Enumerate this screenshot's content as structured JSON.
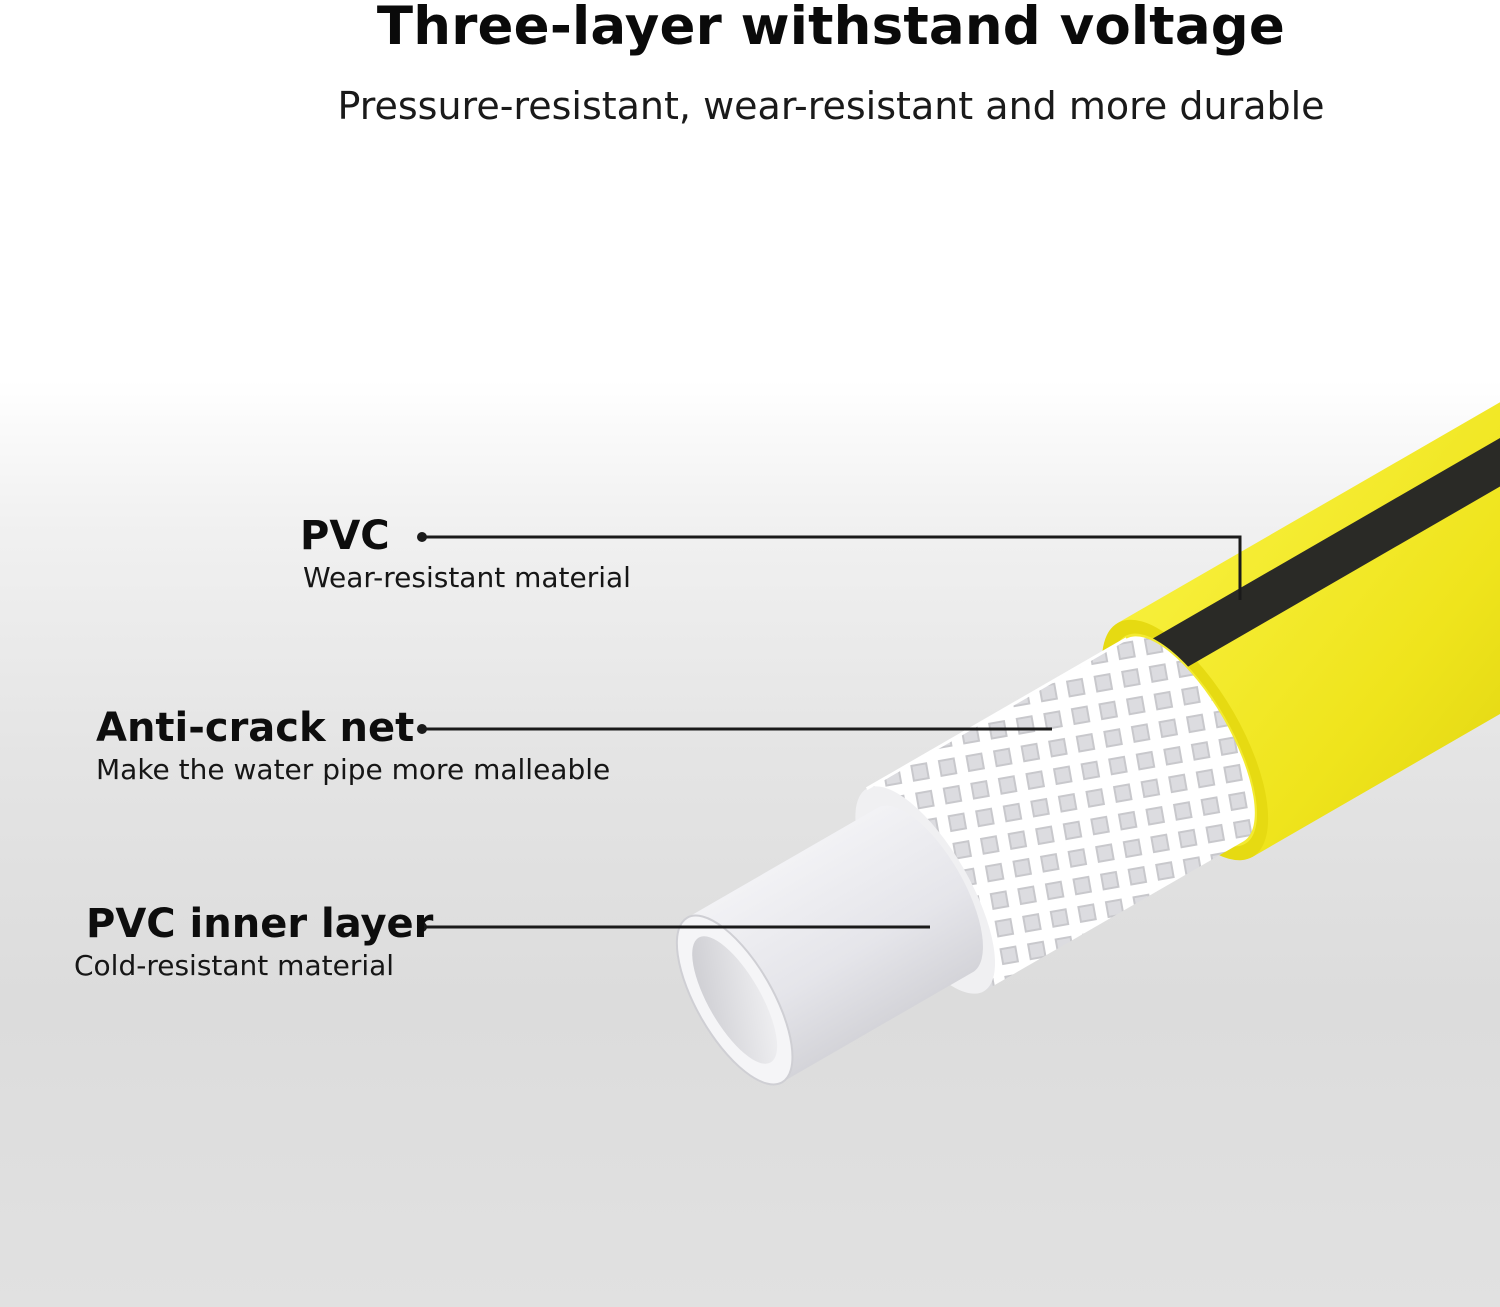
{
  "header": {
    "title": "Three-layer withstand voltage",
    "subtitle": "Pressure-resistant, wear-resistant and more durable"
  },
  "layers": [
    {
      "name": "PVC",
      "description": "Wear-resistant material"
    },
    {
      "name": "Anti-crack net",
      "description": "Make the water pipe more malleable"
    },
    {
      "name": "PVC inner layer",
      "description": "Cold-resistant material"
    }
  ],
  "colors": {
    "outer_layer": "#f2ea1c",
    "stripe": "#2a2a26",
    "net": "#ffffff",
    "inner_tube": "#e6e6ea",
    "leader_line": "#1a1a1a"
  },
  "icons": [
    "garden-hose-cross-section-illustration"
  ]
}
